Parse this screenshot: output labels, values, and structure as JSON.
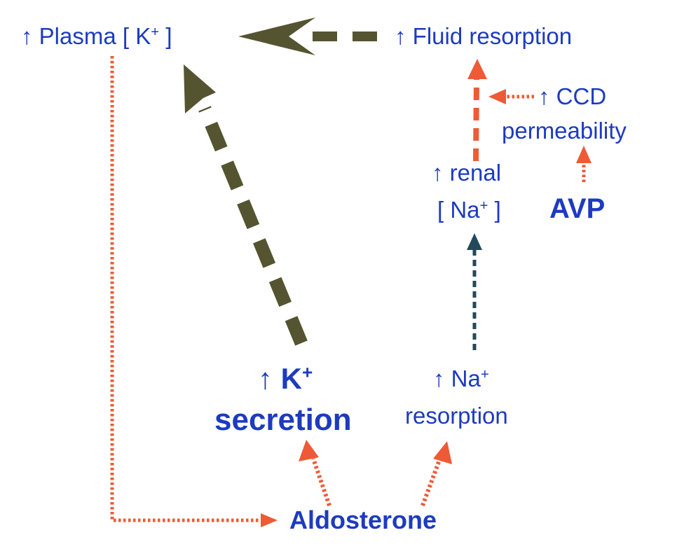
{
  "colors": {
    "text": "#1d3bbf",
    "red_arrow": "#ee5a36",
    "olive_arrow": "#555430",
    "teal_arrow": "#234a5a"
  },
  "nodes": {
    "plasma_k": {
      "arrow": "↑",
      "text": "Plasma [  K",
      "sup": "+",
      "tail": " ]"
    },
    "fluid_resorption": {
      "arrow": "↑",
      "text": "Fluid resorption"
    },
    "ccd_permeability": {
      "arrow": "↑",
      "line1": "CCD",
      "line2": "permeability"
    },
    "renal_na": {
      "arrow": "↑",
      "line1": "renal",
      "line2_pre": "[ Na",
      "sup": "+",
      "line2_post": " ]"
    },
    "avp": {
      "text": "AVP"
    },
    "k_secretion": {
      "arrow": "↑",
      "line1": "K",
      "sup": "+",
      "line2": "secretion"
    },
    "na_resorption": {
      "arrow": "↑",
      "line1": "Na",
      "sup": "+",
      "line2": "resorption"
    },
    "aldosterone": {
      "text": "Aldosterone"
    }
  },
  "edges": [
    {
      "name": "edge-plasma-to-aldosterone",
      "color": "red_arrow",
      "style": "dotted"
    },
    {
      "name": "edge-aldosterone-to-k-secretion",
      "color": "red_arrow",
      "style": "dotted"
    },
    {
      "name": "edge-aldosterone-to-na-resorption",
      "color": "red_arrow",
      "style": "dotted"
    },
    {
      "name": "edge-na-resorption-to-renal-na",
      "color": "teal_arrow",
      "style": "dashed"
    },
    {
      "name": "edge-renal-na-to-fluid-resorption",
      "color": "red_arrow",
      "style": "dashed"
    },
    {
      "name": "edge-ccd-to-fluid-resorption",
      "color": "red_arrow",
      "style": "dotted"
    },
    {
      "name": "edge-avp-to-ccd",
      "color": "red_arrow",
      "style": "dotted"
    },
    {
      "name": "edge-k-secretion-to-plasma",
      "color": "olive_arrow",
      "style": "dashed"
    },
    {
      "name": "edge-fluid-resorption-to-plasma",
      "color": "olive_arrow",
      "style": "dashed"
    }
  ]
}
